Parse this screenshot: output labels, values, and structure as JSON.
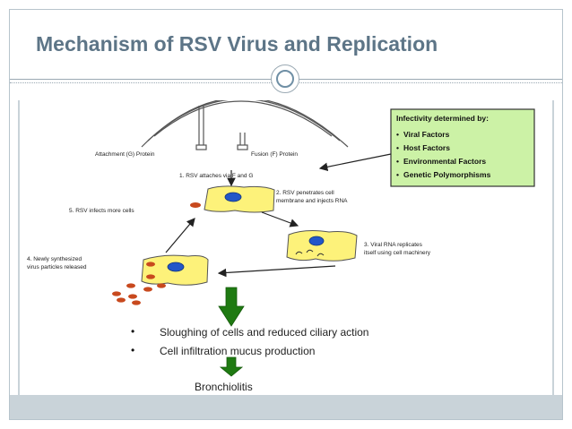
{
  "slide": {
    "title": "Mechanism of RSV Virus and Replication"
  },
  "diagram": {
    "protein_labels": {
      "attachment": "Attachment (G) Protein",
      "fusion": "Fusion (F) Protein"
    },
    "infectivity_box": {
      "heading": "Infectivity determined by:",
      "items": [
        "Viral Factors",
        "Host Factors",
        "Environmental Factors",
        "Genetic Polymorphisms"
      ],
      "fill_color": "#ccf2a6"
    },
    "steps": {
      "step1": "1. RSV attaches via F and G",
      "step2_line1": "2. RSV penetrates cell",
      "step2_line2": "membrane and injects RNA",
      "step3_line1": "3. Viral RNA replicates",
      "step3_line2": "itself using cell machinery",
      "step4_line1": "4. Newly synthesized",
      "step4_line2": "virus particles released",
      "step5": "5. RSV infects more cells"
    },
    "outcomes": {
      "item1": "Sloughing of cells and reduced ciliary action",
      "item2": "Cell infiltration mucus production",
      "result": "Bronchiolitis"
    },
    "colors": {
      "cell_fill": "#fdf27a",
      "nucleus_fill": "#2256c8",
      "virus_fill": "#c8491e",
      "green_arrow": "#1f7a12"
    }
  }
}
